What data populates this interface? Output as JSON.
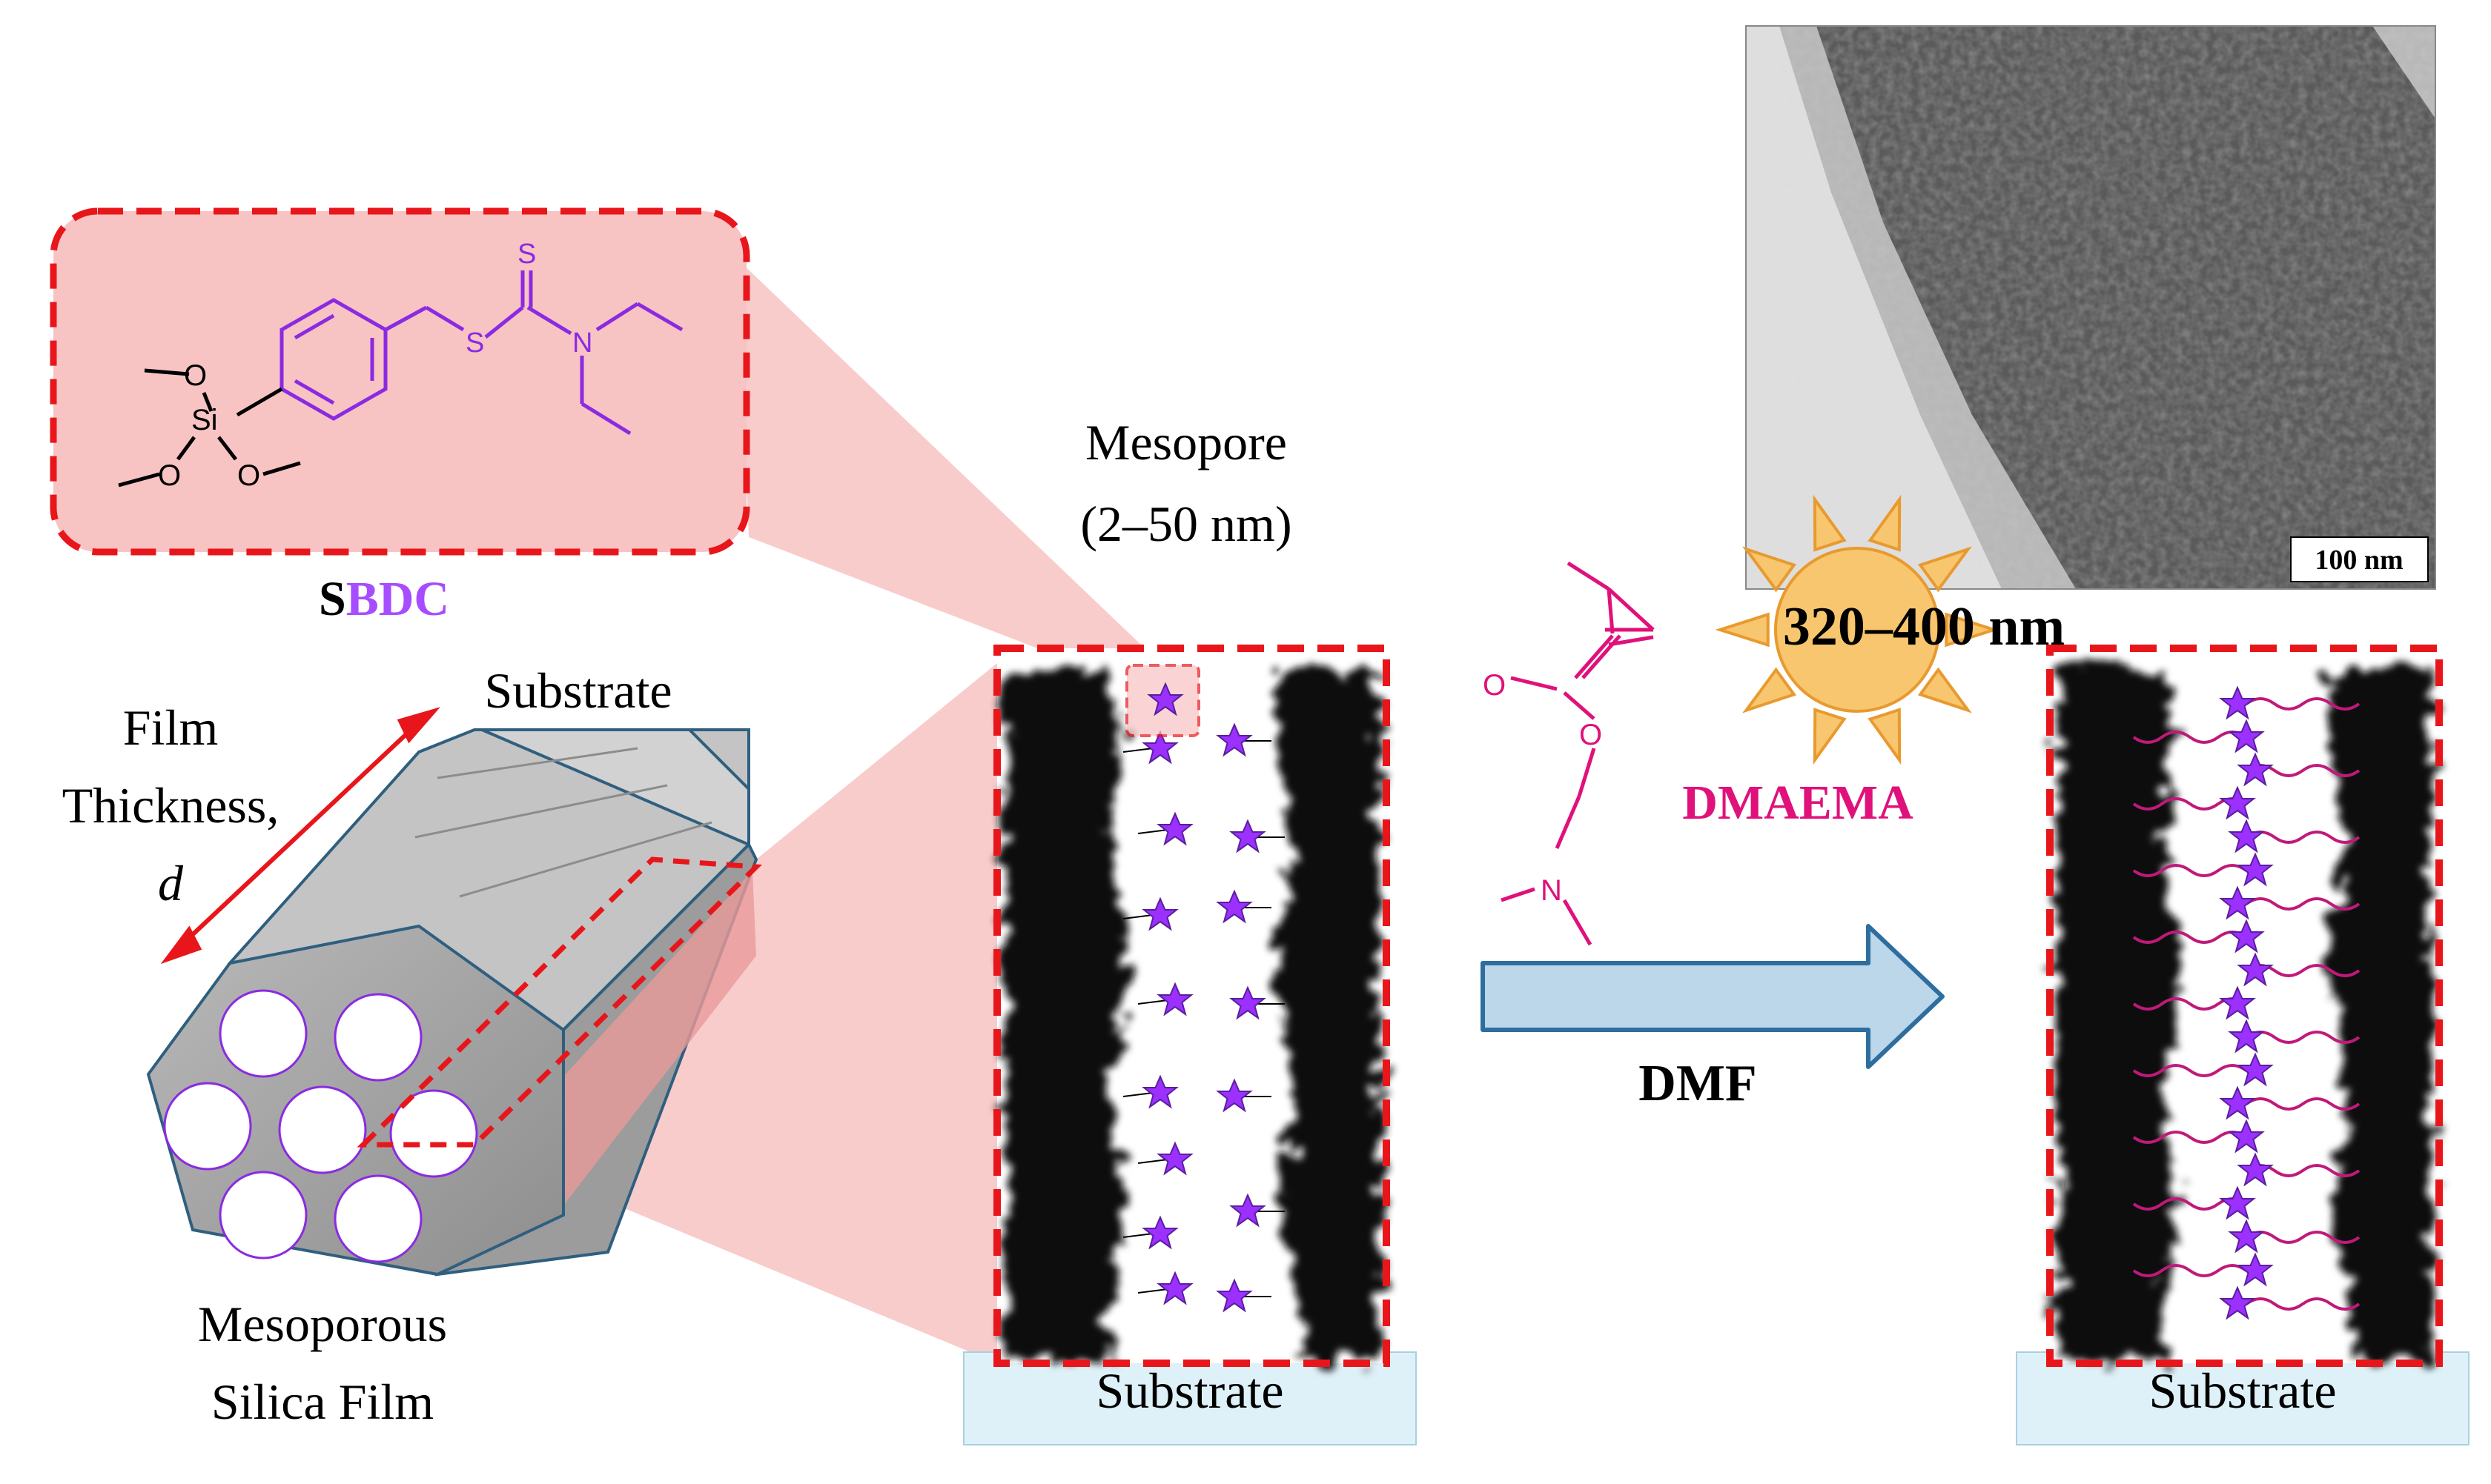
{
  "labels": {
    "sbdc_s": "S",
    "sbdc_rest": "BDC",
    "film_thickness_line1": "Film",
    "film_thickness_line2": "Thickness,",
    "film_thickness_symbol": "d",
    "substrate_top": "Substrate",
    "mesoporous_line1": "Mesoporous",
    "mesoporous_line2": "Silica Film",
    "mesopore_line1": "Mesopore",
    "mesopore_line2": "(2–50 nm)",
    "substrate_middle": "Substrate",
    "substrate_right": "Substrate",
    "dmaema": "DMAEMA",
    "dmf": "DMF",
    "wavelength": "320–400 nm",
    "scale_bar": "100 nm"
  },
  "molecule_atoms": {
    "sulfur_top": "S",
    "sulfur_bridge": "S",
    "nitrogen": "N",
    "silicon": "Si",
    "oxygen_1": "O",
    "oxygen_2": "O",
    "oxygen_3": "O",
    "dmaema_oxygen_carbonyl": "O",
    "dmaema_oxygen_ester": "O",
    "dmaema_nitrogen": "N"
  },
  "colors": {
    "highlight_red": "#e8161b",
    "pink_fill": "#f8c3c3",
    "purple": "#9b30ff",
    "magenta": "#e0117a",
    "arrow_fill": "#bcd6ea",
    "arrow_stroke": "#2e6e9e",
    "substrate_fill": "#dff1f8",
    "sun_fill": "#f8c66e"
  }
}
